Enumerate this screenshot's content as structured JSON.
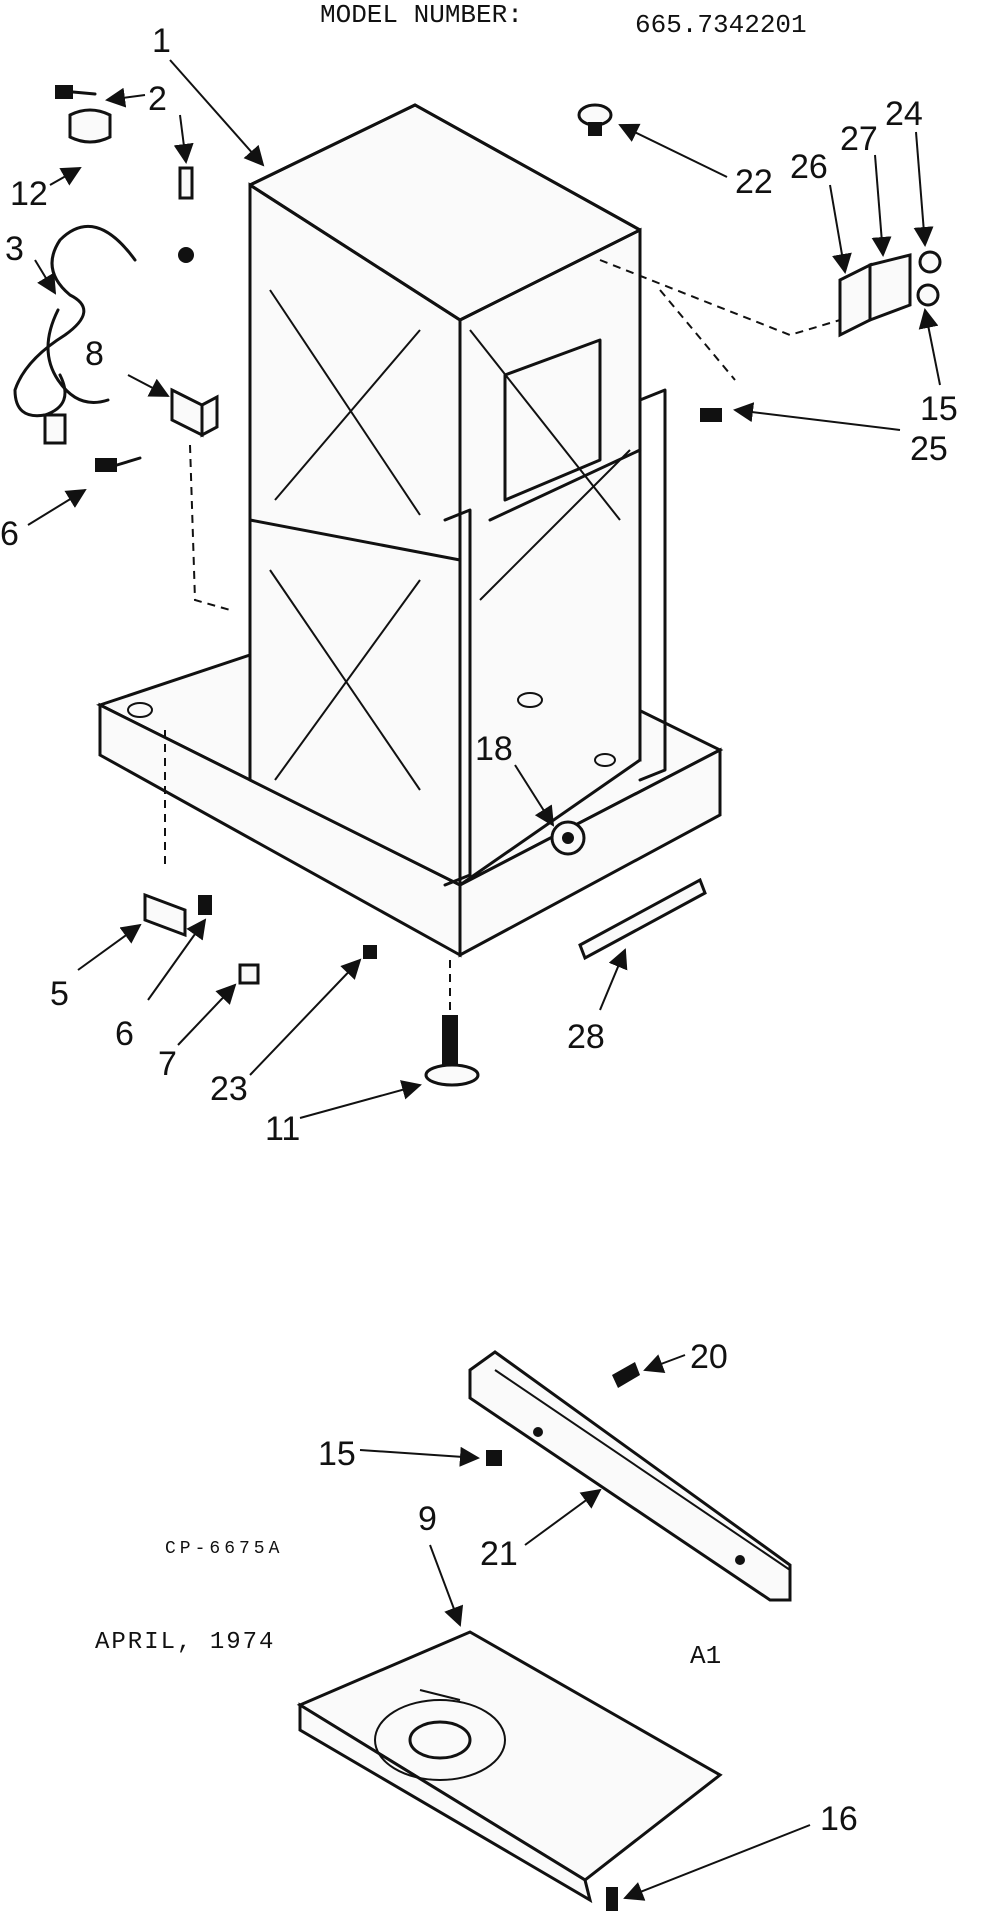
{
  "header": {
    "model_label": "MODEL NUMBER:",
    "model_number": "665.7342201"
  },
  "footer": {
    "code": "CP-6675A",
    "date": "APRIL, 1974",
    "sheet": "A1"
  },
  "callouts": {
    "c1": "1",
    "c2": "2",
    "c3": "3",
    "c5": "5",
    "c6a": "6",
    "c6b": "6",
    "c7": "7",
    "c8": "8",
    "c9": "9",
    "c11": "11",
    "c12": "12",
    "c15a": "15",
    "c15b": "15",
    "c16": "16",
    "c18": "18",
    "c20": "20",
    "c21": "21",
    "c22": "22",
    "c23": "23",
    "c24": "24",
    "c25": "25",
    "c26": "26",
    "c27": "27",
    "c28": "28"
  }
}
